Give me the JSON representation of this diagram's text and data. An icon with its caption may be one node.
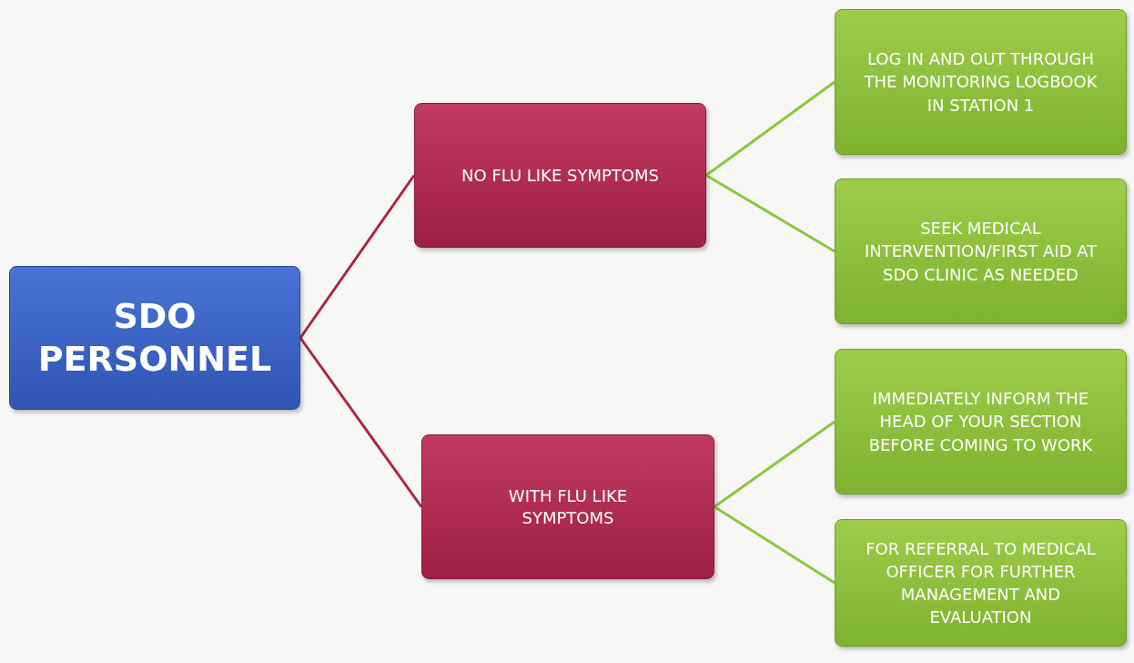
{
  "diagram": {
    "nodes": [
      {
        "text": [
          "SDO PERSONNEL"
        ]
      },
      {
        "text": [
          "NO FLU LIKE SYMPTOMS"
        ]
      },
      {
        "text": [
          "WITH FLU LIKE SYMPTOMS"
        ]
      },
      {
        "text": [
          "LOG IN AND OUT THROUGH THE MONITORING LOGBOOK IN STATION 1"
        ]
      },
      {
        "text": [
          "SEEK MEDICAL INTERVENTION/FIRST AID AT SDO CLINIC AS NEEDED"
        ]
      },
      {
        "text": [
          "IMMEDIATELY INFORM THE HEAD OF YOUR SECTION BEFORE COMING TO WORK"
        ]
      },
      {
        "text": [
          "FOR REFERRAL TO MEDICAL OFFICER FOR FURTHER MANAGEMENT AND EVALUATION"
        ]
      }
    ],
    "edges": [
      {
        "from": 0,
        "to": 1,
        "arrow": "none",
        "color": "#a8264a"
      },
      {
        "from": 0,
        "to": 2,
        "arrow": "none",
        "color": "#a8264a"
      },
      {
        "from": 1,
        "to": 3,
        "arrow": "none"
      },
      {
        "from": 1,
        "to": 4,
        "arrow": "none"
      },
      {
        "from": 2,
        "to": 5,
        "arrow": "none"
      },
      {
        "from": 2,
        "to": 6,
        "arrow": "none"
      }
    ]
  }
}
